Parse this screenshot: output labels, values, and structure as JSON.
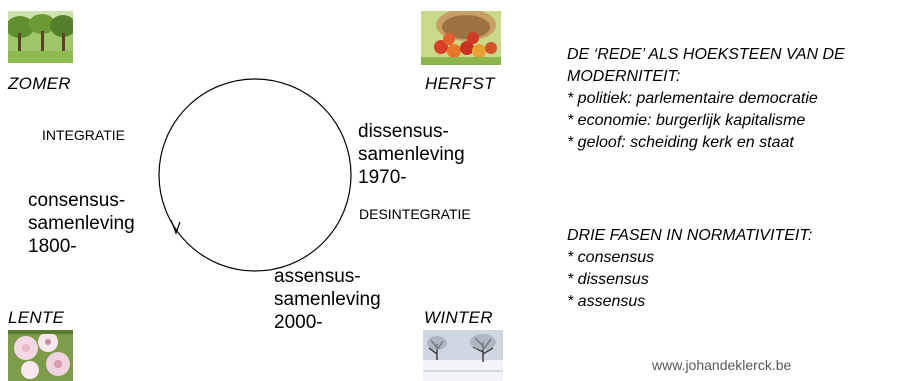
{
  "seasons": {
    "zomer": "ZOMER",
    "herfst": "HERFST",
    "lente": "LENTE",
    "winter": "WINTER"
  },
  "cycle": {
    "integratie": "INTEGRATIE",
    "desintegratie": "DESINTEGRATIE",
    "consensus": {
      "line1": "consensus-",
      "line2": "samenleving",
      "line3": "1800-"
    },
    "dissensus": {
      "line1": "dissensus-",
      "line2": "samenleving",
      "line3": "1970-"
    },
    "assensus": {
      "line1": "assensus-",
      "line2": "samenleving",
      "line3": "2000-"
    }
  },
  "modernity": {
    "title_line1": "DE ‘REDE’  ALS HOEKSTEEN VAN DE",
    "title_line2": "MODERNITEIT:",
    "items": [
      "* politiek: parlementaire democratie",
      "* economie: burgerlijk kapitalisme",
      "* geloof: scheiding kerk en staat"
    ]
  },
  "normativity": {
    "title": "DRIE FASEN IN NORMATIVITEIT:",
    "items": [
      "* consensus",
      "* dissensus",
      "* assensus"
    ]
  },
  "website": "www.johandeklerck.be",
  "images": {
    "zomer": "summer-orchard-photo",
    "herfst": "autumn-apple-basket-photo",
    "lente": "spring-blossom-photo",
    "winter": "winter-snow-trees-photo"
  }
}
